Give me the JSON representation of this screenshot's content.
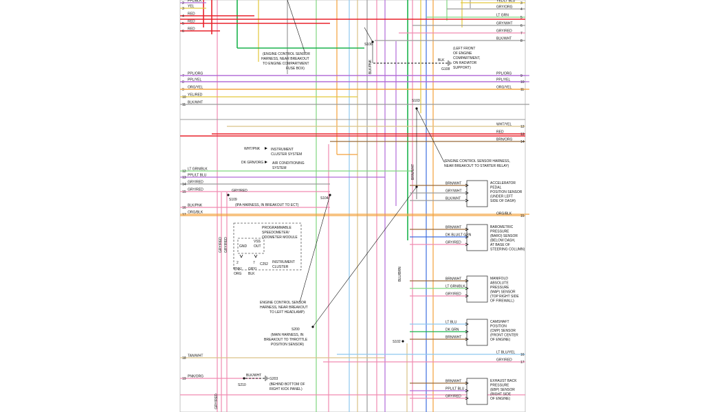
{
  "colors": {
    "red": "#e8202a",
    "green": "#19b24b",
    "lt_green": "#7fd67f",
    "pink": "#f08ab0",
    "violet": "#b06ad8",
    "blue": "#3d6de0",
    "lt_blue": "#8ec8ef",
    "orange": "#f2a13a",
    "yellow": "#e2c63a",
    "black": "#222222",
    "gray": "#9a9a9a",
    "brown": "#9a6b3a",
    "tan": "#d9c287",
    "white": "#cfcfcf"
  },
  "left_wires": [
    {
      "label": "PPL/BLK",
      "pin": "2",
      "color": "violet"
    },
    {
      "label": "YEL",
      "pin": "3",
      "color": "yellow"
    },
    {
      "label": "RED",
      "pin": "4",
      "color": "red"
    },
    {
      "label": "RED",
      "pin": "5",
      "color": "red"
    },
    {
      "label": "RED",
      "pin": "6",
      "color": "red"
    },
    {
      "label": "PPL/ORG",
      "pin": "7",
      "color": "violet"
    },
    {
      "label": "PPL/YEL",
      "pin": "8",
      "color": "violet"
    },
    {
      "label": "ORG/YEL",
      "pin": "9",
      "color": "orange"
    },
    {
      "label": "YEL/RED",
      "pin": "10",
      "color": "yellow"
    },
    {
      "label": "BLK/WHT",
      "pin": "11",
      "color": "gray"
    },
    {
      "label": "LT GRN/BLK",
      "pin": "12",
      "color": "lt_green"
    },
    {
      "label": "PPL/LT BLU",
      "pin": "13",
      "color": "violet"
    },
    {
      "label": "GRY/RED",
      "pin": "14",
      "color": "gray"
    },
    {
      "label": "GRY/RED",
      "pin": "15",
      "color": "pink"
    },
    {
      "label": "BLK/PNK",
      "pin": "16",
      "color": "pink"
    },
    {
      "label": "ORG/BLK",
      "pin": "17",
      "color": "orange"
    },
    {
      "label": "TAN/WHT",
      "pin": "18",
      "color": "tan"
    },
    {
      "label": "PNK/ORG",
      "pin": "19",
      "color": "pink"
    }
  ],
  "right_wires": [
    {
      "label": "YEL/LT BLU",
      "pin": "3",
      "color": "yellow"
    },
    {
      "label": "GRY/ORG",
      "pin": "4",
      "color": "gray"
    },
    {
      "label": "LT GRN",
      "pin": "5",
      "color": "lt_green"
    },
    {
      "label": "GRY/WHT",
      "pin": "6",
      "color": "gray"
    },
    {
      "label": "GRY/RED",
      "pin": "7",
      "color": "pink"
    },
    {
      "label": "BLK/WHT",
      "pin": "8",
      "color": "gray"
    },
    {
      "label": "PPL/ORG",
      "pin": "9",
      "color": "violet"
    },
    {
      "label": "PPL/YEL",
      "pin": "10",
      "color": "violet"
    },
    {
      "label": "ORG/YEL",
      "pin": "11",
      "color": "orange"
    },
    {
      "label": "WHT/YEL",
      "pin": "12",
      "color": "tan"
    },
    {
      "label": "RED",
      "pin": "13",
      "color": "red"
    },
    {
      "label": "BRN/ORG",
      "pin": "14",
      "color": "brown"
    },
    {
      "label": "ORG/BLK",
      "pin": "15",
      "color": "orange"
    },
    {
      "label": "LT BLU/YEL",
      "pin": "16",
      "color": "lt_blue"
    },
    {
      "label": "GRY/RED",
      "pin": "17",
      "color": "pink"
    }
  ],
  "splices": {
    "s106": "S106",
    "s103": "S103",
    "s104": "S104",
    "s109": "S109",
    "s200": "S200",
    "s102": "S102",
    "s210": "S210",
    "g108": "G108",
    "g203": "G203"
  },
  "notes": {
    "engine_harness_fuse": [
      "(ENGINE CONTROL SENSOR",
      "HARNESS, NEAR BREAKOUT",
      "TO ENGINE COMPARTMENT",
      "FUSE BOX)"
    ],
    "ground_left_front": [
      "(LEFT FRONT",
      "OF ENGINE",
      "COMPARTMENT,",
      "ON RADIATOR",
      "SUPPORT)"
    ],
    "ground_blk": "BLK",
    "s106_blk": "BLK/PNK",
    "harness_starter": [
      "(ENGINE CONTROL SENSOR HARNESS,",
      "NEAR BREAKOUT TO STARTER RELAY)"
    ],
    "instrument_cluster_system": [
      "INSTRUMENT",
      "CLUSTER SYSTEM"
    ],
    "wht_pnk": "WHT/PNK",
    "ac_system": [
      "AIR CONDITIONING",
      "SYSTEM"
    ],
    "dk_grn_org": "DK GRN/ORG",
    "ipa_harness": "(IPA HARNESS, IN BREAKOUT TO ECT)",
    "harness_headlamp": [
      "ENGINE CONTROL SENSOR",
      "HARNESS, NEAR BREAKOUT",
      "TO LEFT HEADLAMP)"
    ],
    "main_harness": [
      "(MAIN HARNESS, IN",
      "BREAKOUT TO THROTTLE",
      "POSITION SENSOR)"
    ],
    "kick_panel": [
      "(BEHIND BOTTOM OF",
      "RIGHT KICK PANEL)"
    ],
    "blk_wht_ground": "BLK/WHT",
    "brn_wht_vertical": "BRN/WHT",
    "blu_brn_vertical": "BLU/BRN",
    "gry_red_vertical": "GRY/RED"
  },
  "speedometer": {
    "title": [
      "PROGRAMMABLE",
      "SPEEDOMETER/",
      "ODOMETER MODULE"
    ],
    "gnd": "GND",
    "vss": [
      "VSS",
      "OUT"
    ],
    "pin_left": "2",
    "pin_right": "7",
    "wire_left": [
      "PNK/",
      "ORG"
    ],
    "wire_right": [
      "GRY/",
      "BLK"
    ],
    "connector": "C252",
    "cluster": [
      "INSTRUMENT",
      "CLUSTER"
    ]
  },
  "sensors": [
    {
      "name": [
        "ACCELERATOR",
        "PEDAL",
        "POSITION SENSOR",
        "(UNDER LEFT",
        "SIDE OF DASH)"
      ],
      "wires": [
        "BRN/WHT",
        "GRY/WHT",
        "BLK/WHT"
      ]
    },
    {
      "name": [
        "BAROMETRIC",
        "PRESSURE",
        "(BARO) SENSOR",
        "(BELOW DASH,",
        "AT BASE OF",
        "STEERING COLUMN)"
      ],
      "wires": [
        "BRN/WHT",
        "DK BLU/LT GRN",
        "GRY/RED"
      ]
    },
    {
      "name": [
        "MANIFOLD",
        "ABSOLUTE",
        "PRESSURE",
        "(MAP) SENSOR",
        "(TOP RIGHT SIDE",
        "OF FIREWALL)"
      ],
      "wires": [
        "BRN/WHT",
        "LT GRN/BLK",
        "GRY/RED"
      ]
    },
    {
      "name": [
        "CAMSHAFT",
        "POSITION",
        "(CMP) SENSOR",
        "(FRONT CENTER",
        "OF ENGINE)"
      ],
      "wires": [
        "LT BLU",
        "DK GRN",
        "BRN/WHT"
      ]
    },
    {
      "name": [
        "EXHAUST BACK",
        "PRESSURE",
        "(EBP) SENSOR",
        "(RIGHT SIDE",
        "OF ENGINE)"
      ],
      "wires": [
        "BRN/WHT",
        "PPL/LT BLU",
        "GRY/RED"
      ]
    }
  ]
}
